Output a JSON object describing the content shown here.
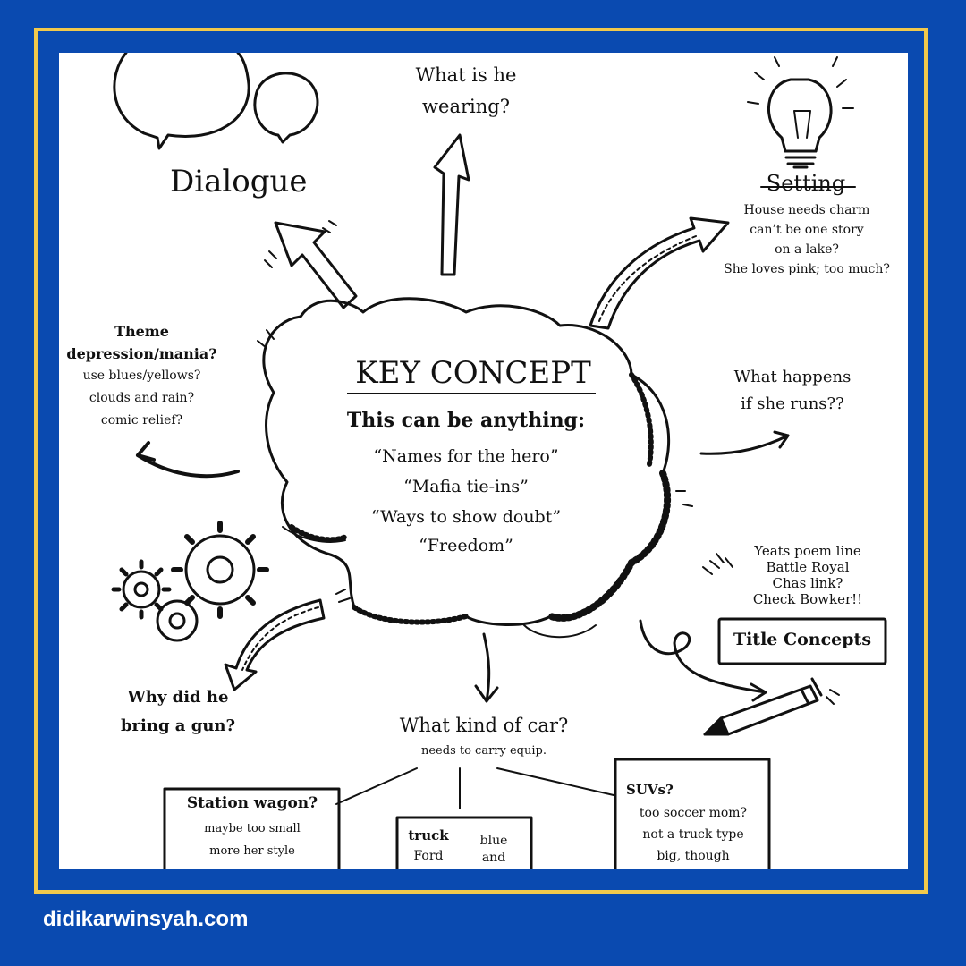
{
  "site": {
    "url": "didikarwinsyah.com"
  },
  "colors": {
    "background": "#0a4ab0",
    "border": "#f2c94c",
    "canvas": "#ffffff",
    "ink": "#111111"
  },
  "center": {
    "title": "KEY CONCEPT",
    "subtitle": "This can be anything:",
    "items": [
      "“Names for the hero”",
      "“Mafia tie-ins”",
      "“Ways to show doubt”",
      "“Freedom”"
    ]
  },
  "dialogue": {
    "label": "Dialogue"
  },
  "wearing": {
    "lines": [
      "What is he",
      "wearing?"
    ]
  },
  "setting": {
    "title": "Setting",
    "lines": [
      "House needs charm",
      "can’t be one story",
      "on a lake?",
      "She loves pink; too much?"
    ]
  },
  "theme": {
    "title": "Theme",
    "subtitle": "depression/mania?",
    "lines": [
      "use blues/yellows?",
      "clouds and rain?",
      "comic relief?"
    ]
  },
  "runs": {
    "lines": [
      "What happens",
      "if she runs??"
    ]
  },
  "title_concepts": {
    "notes": [
      "Yeats poem line",
      "Battle Royal",
      "Chas link?",
      "Check Bowker!!"
    ],
    "box_label": "Title Concepts"
  },
  "gun": {
    "lines": [
      "Why did he",
      "bring a gun?"
    ]
  },
  "car": {
    "question": "What kind of car?",
    "note": "needs to carry equip.",
    "wagon": {
      "title": "Station wagon?",
      "lines": [
        "maybe too small",
        "more her style"
      ]
    },
    "truck": {
      "title": "truck",
      "brand": "Ford",
      "lines": [
        "blue",
        "and"
      ]
    },
    "suvs": {
      "title": "SUVs?",
      "lines": [
        "too soccer mom?",
        "not a truck type",
        "big, though"
      ]
    }
  },
  "icons": [
    "speech-bubbles-icon",
    "lightbulb-icon",
    "gears-icon",
    "pencil-icon",
    "brain-icon"
  ]
}
